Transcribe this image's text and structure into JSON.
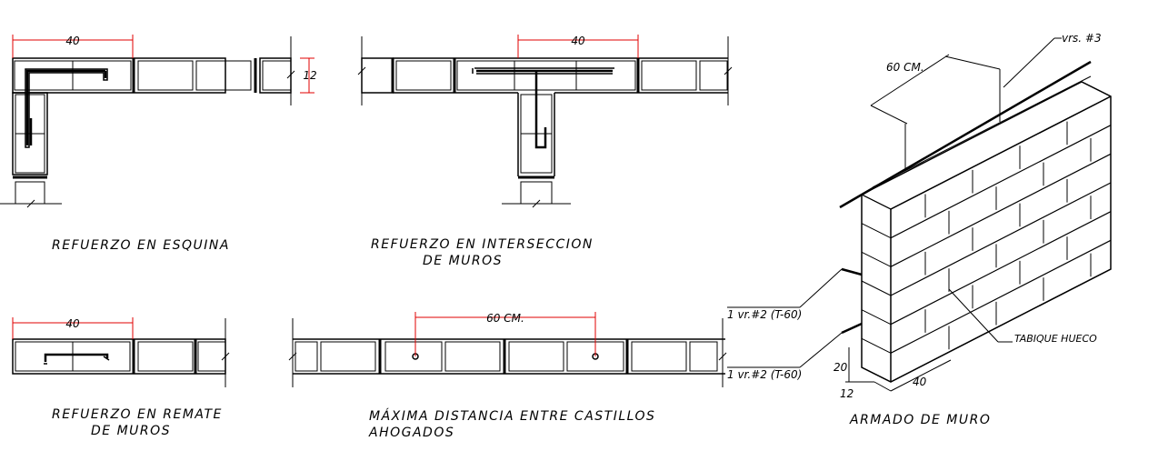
{
  "colors": {
    "line": "#000000",
    "dimension": "#e00000",
    "fill_stipple": "#000000",
    "background": "#ffffff"
  },
  "detail_corner": {
    "caption": "REFUERZO EN ESQUINA",
    "dim_length": "40",
    "dim_thickness": "12"
  },
  "detail_intersection": {
    "caption_line1": "REFUERZO EN INTERSECCION",
    "caption_line2": "DE MUROS",
    "dim_length": "40"
  },
  "detail_end": {
    "caption_line1": "REFUERZO EN REMATE",
    "caption_line2": "DE MUROS",
    "dim_length": "40"
  },
  "detail_spacing": {
    "caption_line1": "MÁXIMA DISTANCIA ENTRE CASTILLOS",
    "caption_line2": "AHOGADOS",
    "dim_spacing": "60 CM."
  },
  "detail_wall": {
    "caption": "ARMADO DE MURO",
    "label_top_bar": "vrs. #3",
    "dim_width": "60 CM.",
    "label_bar_upper": "1 vr.#2 (T-60)",
    "label_bar_lower": "1 vr.#2 (T-60)",
    "label_block": "TABIQUE HUECO",
    "dim_height": "20",
    "dim_thickness": "12",
    "dim_length": "40"
  }
}
